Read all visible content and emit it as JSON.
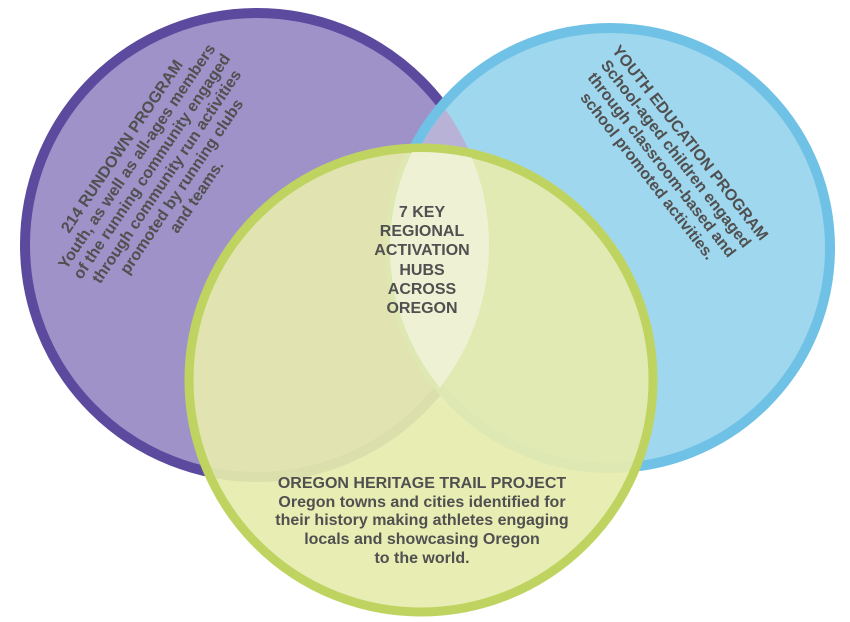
{
  "colors": {
    "left_fill": "#9f92c8",
    "left_stroke": "#5b4a9e",
    "right_fill": "#9fd7ee",
    "right_stroke": "#6fc2e6",
    "bottom_fill": "#e6ebae",
    "bottom_stroke": "#bfd460",
    "center_fill": "#eff1d5",
    "text": "#505050"
  },
  "circles": {
    "left": {
      "title": "214 RUNDOWN PROGRAM",
      "lines": [
        "214 RUNDOWN PROGRAM",
        "Youth, as well as all-ages members",
        "of the running community engaged",
        "through community run activities",
        "promoted by running clubs",
        "and teams."
      ]
    },
    "right": {
      "title": "YOUTH EDUCATION PROGRAM",
      "lines": [
        "YOUTH EDUCATION PROGRAM",
        "School-aged children engaged",
        "through classroom-based and",
        "school promoted activities."
      ]
    },
    "bottom": {
      "title": "OREGON HERITAGE TRAIL PROJECT",
      "lines": [
        "OREGON HERITAGE TRAIL PROJECT",
        "Oregon towns and cities identified for",
        "their history making athletes engaging",
        "locals and showcasing Oregon",
        "to the world."
      ]
    }
  },
  "center": {
    "lines": [
      "7 KEY",
      "REGIONAL",
      "ACTIVATION",
      "HUBS",
      "ACROSS",
      "OREGON"
    ]
  }
}
